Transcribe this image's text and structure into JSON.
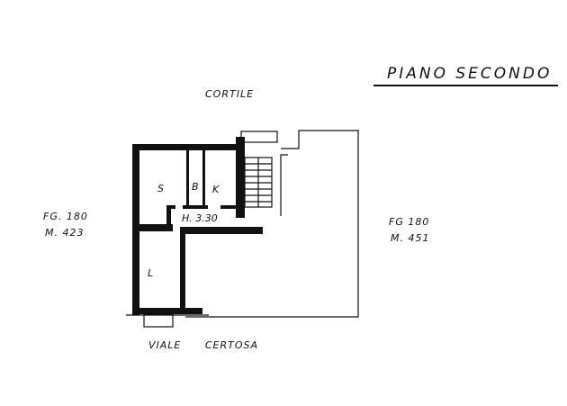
{
  "title": "PIANO SECONDO",
  "labels": {
    "north": "CORTILE",
    "south": "VIALE CERTOSA",
    "west_sheet": "FG. 180",
    "west_parcel": "M. 423",
    "east_sheet": "FG 180",
    "east_parcel": "M. 451",
    "height": "H. 3.30"
  },
  "rooms": {
    "s": "S",
    "b": "B",
    "k": "K",
    "l": "L"
  },
  "colors": {
    "ink": "#111111",
    "paper": "#ffffff"
  }
}
